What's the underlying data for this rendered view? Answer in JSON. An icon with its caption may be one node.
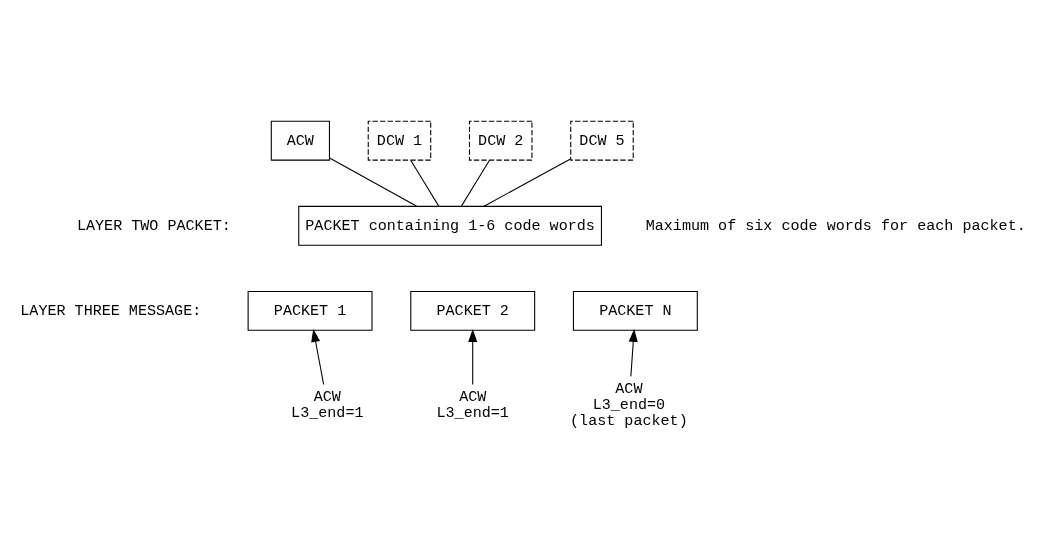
{
  "diagram": {
    "nodes": [
      {
        "text": [
          "ACW"
        ]
      },
      {
        "text": [
          "DCW 1"
        ]
      },
      {
        "text": [
          "DCW 2"
        ]
      },
      {
        "text": [
          "DCW 5"
        ]
      },
      {
        "text": [
          "PACKET containing 1-6 code words"
        ]
      },
      {
        "text": [
          "PACKET 1"
        ]
      },
      {
        "text": [
          "PACKET 2"
        ]
      },
      {
        "text": [
          "PACKET N"
        ]
      },
      {
        "text": [
          "ACW",
          "L3_end=1"
        ]
      },
      {
        "text": [
          "ACW",
          "L3_end=1"
        ]
      },
      {
        "text": [
          "ACW",
          "L3_end=0",
          "(last packet)"
        ]
      }
    ],
    "edges": [
      {
        "from": 0,
        "to": 4,
        "arrow": "none"
      },
      {
        "from": 1,
        "to": 4,
        "arrow": "none"
      },
      {
        "from": 2,
        "to": 4,
        "arrow": "none"
      },
      {
        "from": 3,
        "to": 4,
        "arrow": "none"
      },
      {
        "from": 8,
        "to": 5,
        "arrow": "to"
      },
      {
        "from": 9,
        "to": 6,
        "arrow": "to"
      },
      {
        "from": 10,
        "to": 7,
        "arrow": "to"
      }
    ],
    "labels": [
      "LAYER TWO PACKET:",
      "Maximum of six code words for each packet.",
      "LAYER THREE MESSAGE:"
    ]
  }
}
